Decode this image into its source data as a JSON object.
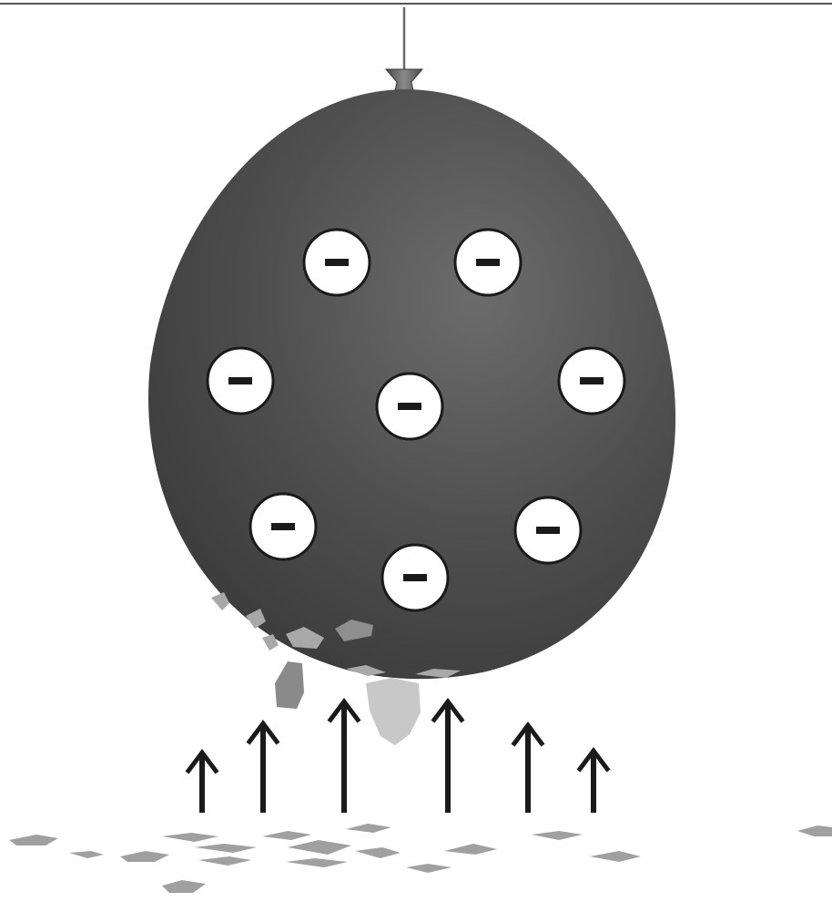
{
  "scene": {
    "description_icons": [
      "balloon",
      "negative-charge",
      "upward-arrow",
      "paper-bits"
    ],
    "colors": {
      "balloon": "#4d4d4d",
      "balloon_highlight": "#6a6a6a",
      "charge_fill": "#ffffff",
      "charge_stroke": "#1a1a1a",
      "arrow": "#1a1a1a",
      "paper": "#9a9a9a",
      "top_line": "#555555"
    }
  },
  "charges": [
    {
      "sign": "−"
    },
    {
      "sign": "−"
    },
    {
      "sign": "−"
    },
    {
      "sign": "−"
    },
    {
      "sign": "−"
    },
    {
      "sign": "−"
    },
    {
      "sign": "−"
    },
    {
      "sign": "−"
    }
  ],
  "arrows_count": 6
}
